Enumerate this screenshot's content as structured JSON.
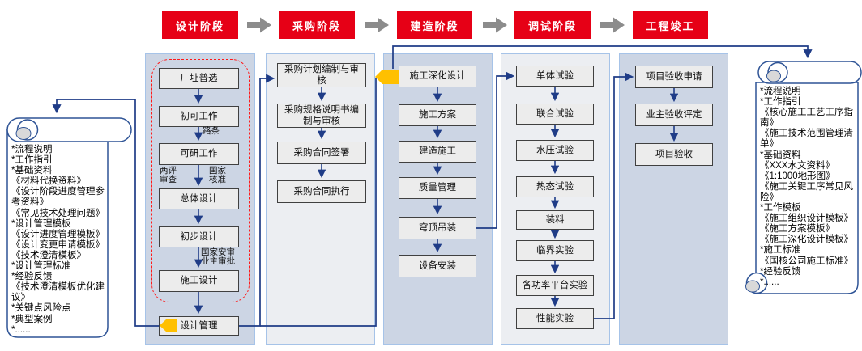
{
  "title_row": {
    "phases": [
      "设计阶段",
      "采购阶段",
      "建造阶段",
      "调试阶段",
      "工程竣工"
    ]
  },
  "design": {
    "steps": [
      "厂址普选",
      "初可工作",
      "可研工作",
      "总体设计",
      "初步设计",
      "施工设计",
      "设计管理"
    ],
    "notes": {
      "road_permit": "路条",
      "dual_review": "两评\n审查",
      "state_approval": "国家\n核准",
      "safety_owner_approval": "国家安审\n业主审批"
    }
  },
  "procurement": {
    "steps": [
      "采购计划编制与审核",
      "采购规格说明书编制与审核",
      "采购合同签署",
      "采购合同执行"
    ]
  },
  "construction": {
    "steps": [
      "施工深化设计",
      "施工方案",
      "建造施工",
      "质量管理",
      "穹顶吊装",
      "设备安装"
    ]
  },
  "commissioning": {
    "steps": [
      "单体试验",
      "联合试验",
      "水压试验",
      "热态试验",
      "装料",
      "临界实验",
      "各功率平台实验",
      "性能实验"
    ]
  },
  "completion": {
    "steps": [
      "项目验收申请",
      "业主验收评定",
      "项目验收"
    ]
  },
  "left_scroll": {
    "items": [
      "*流程说明",
      "*工作指引",
      "*基础资料",
      "《材料代换资料》",
      "《设计阶段进度管理参考资料》",
      "《常见技术处理问题》",
      "*设计管理模板",
      "《设计进度管理模板》",
      "《设计变更申请模板》",
      "《技术澄清模板》",
      "*设计管理标准",
      "*经验反馈",
      "《技术澄清模板优化建议》",
      "*关键点风险点",
      "*典型案例",
      "*......"
    ]
  },
  "right_scroll": {
    "items": [
      "*流程说明",
      "*工作指引",
      "《核心施工工艺工序指南》",
      "《施工技术范围管理清单》",
      "*基础资料",
      "《XXX水文资料》",
      "《1:1000地形图》",
      "《施工关键工序常见风险》",
      "*工作模板",
      "《施工组织设计模板》",
      "《施工方案模板》",
      "《施工深化设计模板》",
      "*施工标准",
      "《国核公司施工标准》",
      "*经验反馈",
      "*......"
    ]
  },
  "icons": {
    "design_management_marker": "orange-flag-arrow-icon",
    "detailed_design_marker": "orange-flag-arrow-icon"
  },
  "colors": {
    "phase_red": "#e60016",
    "connector_blue": "#1f3c87",
    "panel_dark": "#ccd5e4",
    "panel_light": "#eceef2",
    "marker_orange": "#ffc000",
    "scroll_border": "#2f5496",
    "box_fill": "#ececec",
    "dashed_red": "#ff1a1a",
    "gray_arrow": "#8c8c8c"
  }
}
